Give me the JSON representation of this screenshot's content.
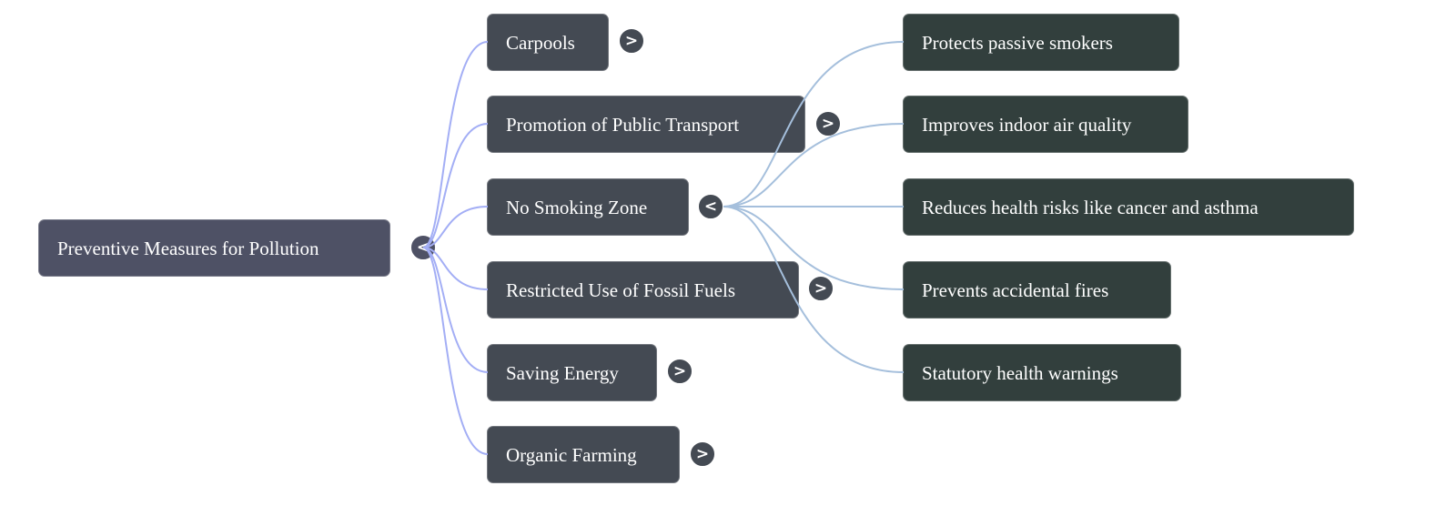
{
  "root": {
    "label": "Preventive Measures for Pollution",
    "toggle": "<",
    "expanded": true
  },
  "branches": [
    {
      "label": "Carpools",
      "toggle": ">",
      "expanded": false
    },
    {
      "label": "Promotion of Public Transport",
      "toggle": ">",
      "expanded": false
    },
    {
      "label": "No Smoking Zone",
      "toggle": "<",
      "expanded": true,
      "children": [
        {
          "label": "Protects passive smokers"
        },
        {
          "label": "Improves indoor air quality"
        },
        {
          "label": "Reduces health risks like cancer and asthma"
        },
        {
          "label": "Prevents accidental fires"
        },
        {
          "label": "Statutory health warnings"
        }
      ]
    },
    {
      "label": "Restricted Use of Fossil Fuels",
      "toggle": ">",
      "expanded": false
    },
    {
      "label": "Saving Energy",
      "toggle": ">",
      "expanded": false
    },
    {
      "label": "Organic Farming",
      "toggle": ">",
      "expanded": false
    }
  ],
  "colors": {
    "root_fill": "#4e5165",
    "branch_fill": "#444a53",
    "leaf_fill": "#323f3d",
    "root_links": "#a3aef5",
    "branch_links": "#a5bfdc"
  }
}
